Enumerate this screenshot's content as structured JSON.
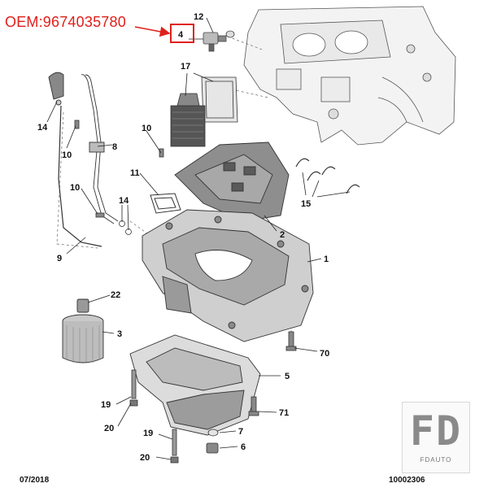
{
  "oem_label": "OEM:9674035780",
  "footer": {
    "date": "07/2018",
    "doc_number": "10002306"
  },
  "watermark": {
    "letters": "FD",
    "brand": "FDAUTO"
  },
  "callouts": [
    {
      "id": "c12",
      "label": "12"
    },
    {
      "id": "c4",
      "label": "4"
    },
    {
      "id": "c17",
      "label": "17"
    },
    {
      "id": "c14a",
      "label": "14"
    },
    {
      "id": "c10a",
      "label": "10"
    },
    {
      "id": "c8",
      "label": "8"
    },
    {
      "id": "c10b",
      "label": "10"
    },
    {
      "id": "c11",
      "label": "11"
    },
    {
      "id": "c10c",
      "label": "10"
    },
    {
      "id": "c14b",
      "label": "14"
    },
    {
      "id": "c9",
      "label": "9"
    },
    {
      "id": "c2",
      "label": "2"
    },
    {
      "id": "c15",
      "label": "15"
    },
    {
      "id": "c1",
      "label": "1"
    },
    {
      "id": "c22",
      "label": "22"
    },
    {
      "id": "c3",
      "label": "3"
    },
    {
      "id": "c70",
      "label": "70"
    },
    {
      "id": "c5",
      "label": "5"
    },
    {
      "id": "c19a",
      "label": "19"
    },
    {
      "id": "c71",
      "label": "71"
    },
    {
      "id": "c20a",
      "label": "20"
    },
    {
      "id": "c19b",
      "label": "19"
    },
    {
      "id": "c7",
      "label": "7"
    },
    {
      "id": "c20b",
      "label": "20"
    },
    {
      "id": "c6",
      "label": "6"
    }
  ],
  "colors": {
    "highlight": "#e0201b",
    "ink": "#222222"
  }
}
